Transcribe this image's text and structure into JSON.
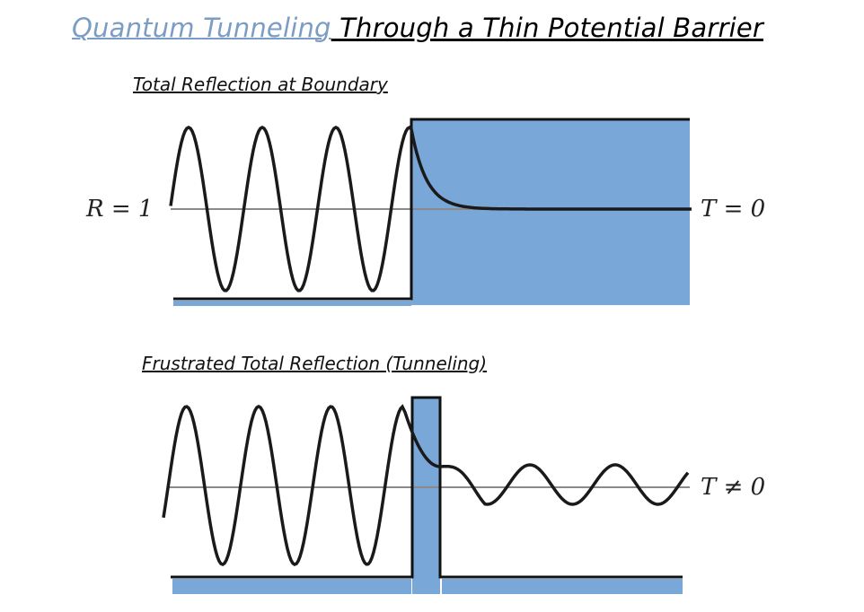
{
  "title": {
    "part1": "Quantum Tunneling",
    "part2": " Through a Thin Potential Barrier"
  },
  "panels": [
    {
      "subtitle": "Total Reflection at Boundary",
      "left_label": "R = 1",
      "right_label": "T = 0"
    },
    {
      "subtitle": "Frustrated Total Reflection (Tunneling)",
      "right_label": "T ≠ 0"
    }
  ],
  "colors": {
    "barrier": "#79a7d8",
    "wave": "#1a1a1a",
    "axis": "#8a8a8a",
    "title_accent": "#7b9cc4"
  }
}
